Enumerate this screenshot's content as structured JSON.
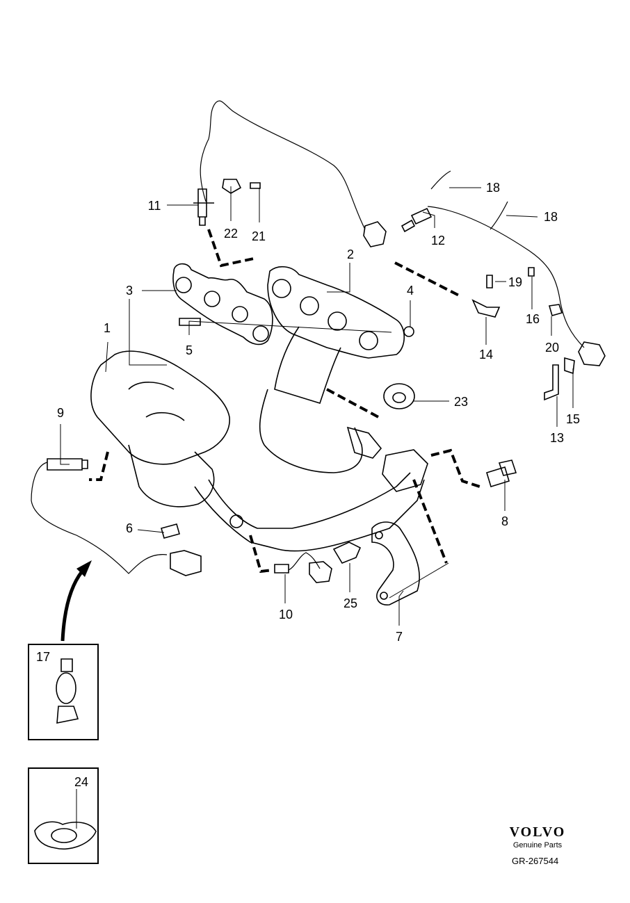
{
  "callouts": [
    "1",
    "2",
    "3",
    "4",
    "5",
    "6",
    "7",
    "8",
    "9",
    "10",
    "11",
    "12",
    "13",
    "14",
    "15",
    "16",
    "17",
    "18",
    "18",
    "19",
    "20",
    "21",
    "22",
    "23",
    "24",
    "25"
  ],
  "brand": {
    "logo": "VOLVO",
    "subtitle": "Genuine Parts",
    "reference": "GR-267544"
  }
}
